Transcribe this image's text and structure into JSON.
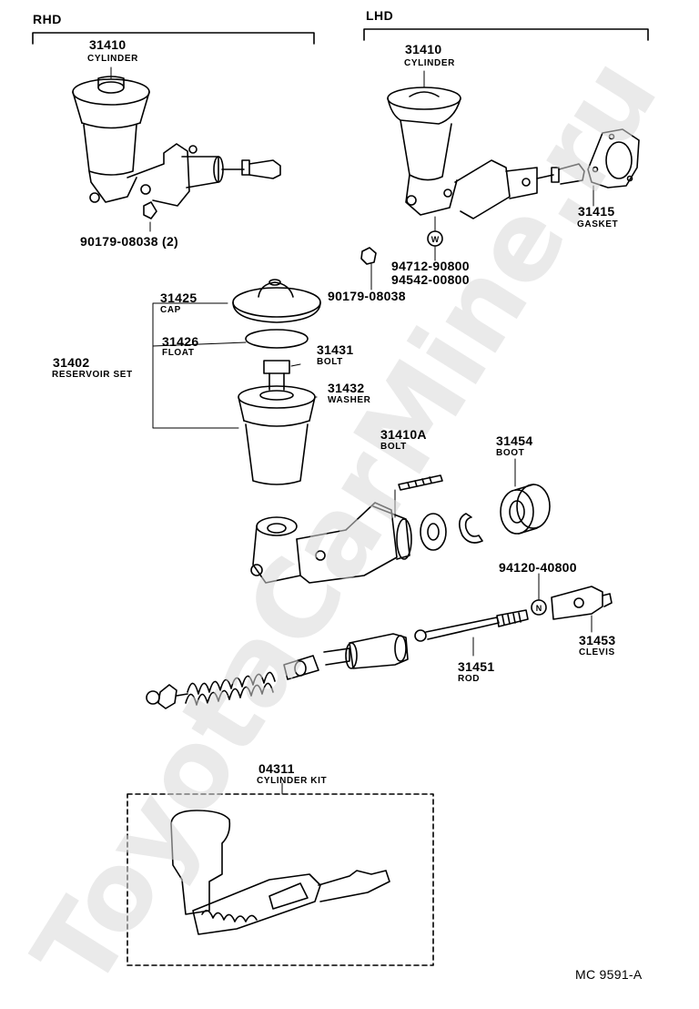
{
  "sections": {
    "rhd": "RHD",
    "lhd": "LHD"
  },
  "watermark": "ToyotaCarMine.ru",
  "footer_code": "MC  9591-A",
  "circle_marks": {
    "w": "W",
    "n": "N"
  },
  "parts": {
    "rhd_cylinder": {
      "num": "31410",
      "name": "CYLINDER"
    },
    "rhd_bolt": {
      "num": "90179-08038 (2)"
    },
    "lhd_cylinder": {
      "num": "31410",
      "name": "CYLINDER"
    },
    "gasket": {
      "num": "31415",
      "name": "GASKET"
    },
    "lhd_nut1": {
      "num": "94712-90800"
    },
    "lhd_nut2": {
      "num": "94542-00800"
    },
    "lhd_bolt": {
      "num": "90179-08038"
    },
    "cap": {
      "num": "31425",
      "name": "CAP"
    },
    "float": {
      "num": "31426",
      "name": "FLOAT"
    },
    "reservoir_set": {
      "num": "31402",
      "name": "RESERVOIR SET"
    },
    "res_bolt": {
      "num": "31431",
      "name": "BOLT"
    },
    "washer": {
      "num": "31432",
      "name": "WASHER"
    },
    "stud_bolt": {
      "num": "31410A",
      "name": "BOLT"
    },
    "boot": {
      "num": "31454",
      "name": "BOOT"
    },
    "clevis_nut": {
      "num": "94120-40800"
    },
    "clevis": {
      "num": "31453",
      "name": "CLEVIS"
    },
    "rod": {
      "num": "31451",
      "name": "ROD"
    },
    "kit": {
      "num": "04311",
      "name": "CYLINDER KIT"
    }
  }
}
